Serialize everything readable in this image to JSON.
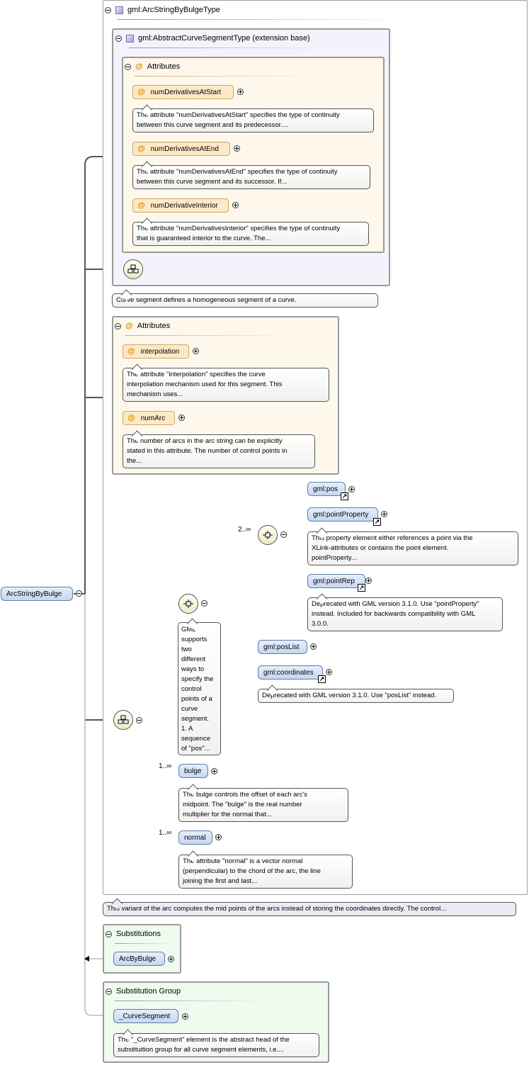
{
  "root": {
    "label": "ArcStringByBulge"
  },
  "type_header": {
    "label": "gml:ArcStringByBulgeType"
  },
  "base": {
    "label": "gml:AbstractCurveSegmentType (extension base)",
    "attributes_title": "Attributes",
    "attributes": [
      {
        "name": "numDerivativesAtStart",
        "doc": [
          "The attribute \"numDerivativesAtStart\" specifies the type of continuity",
          "between this curve segment and its predecessor...."
        ]
      },
      {
        "name": "numDerivativesAtEnd",
        "doc": [
          "The attribute \"numDerivativesAtEnd\" specifies the type of continuity",
          "between this curve segment and its successor. If..."
        ]
      },
      {
        "name": "numDerivativeInterior",
        "doc": [
          "The attribute \"numDerivativesInterior\" specifies the type of continuity",
          "that is guaranteed interior to the curve. The..."
        ]
      }
    ],
    "doc": "Curve segment defines a homogeneous segment of a curve."
  },
  "attributes": {
    "title": "Attributes",
    "items": [
      {
        "name": "interpolation",
        "doc": [
          "The attribute \"interpolation\" specifies the curve",
          "interpolation mechanism used for this segment. This",
          "mechanism uses..."
        ]
      },
      {
        "name": "numArc",
        "doc": [
          "The number of arcs in the arc string can be explicitly",
          "stated in this attribute. The number of control points in",
          "the..."
        ]
      }
    ]
  },
  "content": {
    "choice_doc": [
      "GML",
      "supports",
      "two",
      "different",
      "ways to",
      "specify the",
      "control",
      "points of a",
      "curve",
      "segment.",
      "1. A",
      "sequence",
      "of \"pos\"..."
    ],
    "inner_occurrence": "2..∞",
    "pos": {
      "label": "gml:pos"
    },
    "pointProperty": {
      "label": "gml:pointProperty",
      "doc": [
        "This property element either references a point via the",
        "XLink-attributes or contains the point element.",
        "pointProperty..."
      ]
    },
    "pointRep": {
      "label": "gml:pointRep",
      "doc": [
        "Deprecated with GML version 3.1.0. Use \"pointProperty\"",
        "instead. Included for backwards compatibility with GML",
        "3.0.0."
      ]
    },
    "posList": {
      "label": "gml:posList"
    },
    "coordinates": {
      "label": "gml:coordinates",
      "doc": "Deprecated with GML version 3.1.0. Use \"posList\" instead."
    },
    "bulge": {
      "label": "bulge",
      "occurrence": "1..∞",
      "doc": [
        "The bulge controls the offset of each arc's",
        "midpoint. The \"bulge\" is the real number",
        "multiplier for the normal that..."
      ]
    },
    "normal": {
      "label": "normal",
      "occurrence": "1..∞",
      "doc": [
        "The attribute \"normal\" is a vector normal",
        "(perpendicular) to the chord of the arc, the line",
        "joining the first and last..."
      ]
    }
  },
  "element_doc": "This variant of the arc computes the mid points of the arcs instead of storing the coordinates directly. The control...",
  "substitutions": {
    "title": "Substitutions",
    "items": [
      {
        "label": "ArcByBulge"
      }
    ]
  },
  "substitution_group": {
    "title": "Substitution Group",
    "head": {
      "label": "_CurveSegment"
    },
    "doc": [
      "The \"_CurveSegment\" element is the abstract head of the",
      "substituition group for all curve segment elements, i.e...."
    ]
  }
}
